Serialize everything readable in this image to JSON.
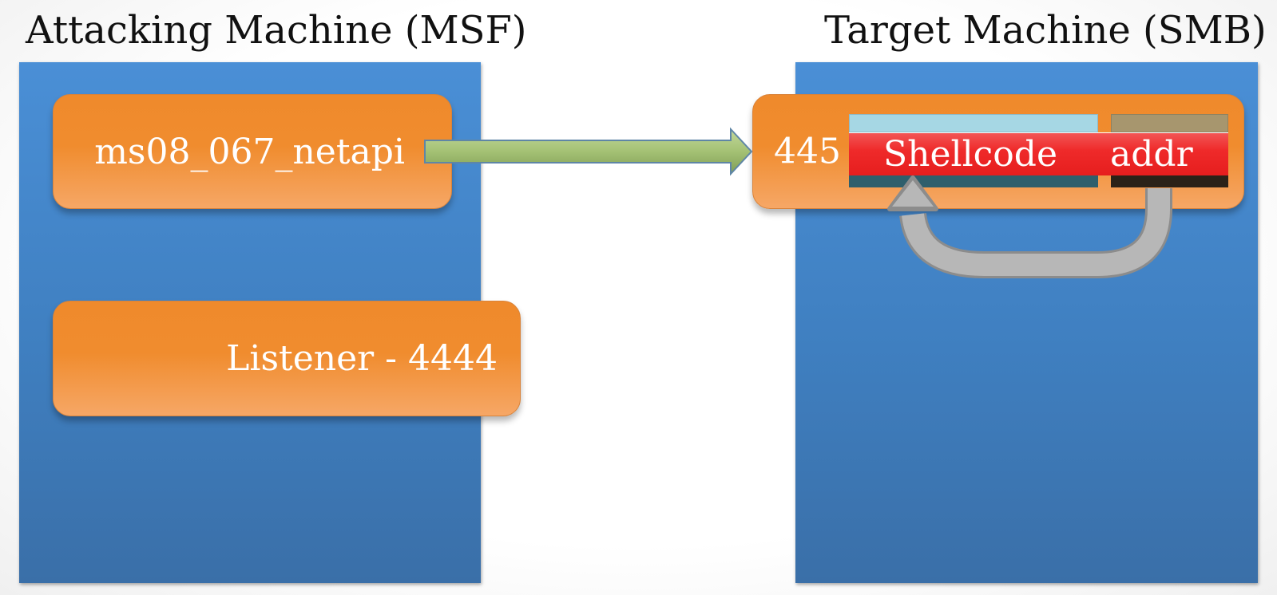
{
  "attacker": {
    "title": "Attacking Machine (MSF)",
    "exploit_label": "ms08_067_netapi",
    "listener_label": "Listener - 4444"
  },
  "target": {
    "title": "Target Machine (SMB)",
    "port_label": "445",
    "payload": {
      "shellcode_label": "Shellcode",
      "addr_label": "addr"
    }
  },
  "colors": {
    "panel_blue": "#4a8fd6",
    "box_orange": "#f08c2e",
    "payload_red": "#ef2a2a",
    "arrow_green": "#9fbb6b",
    "return_arrow_gray": "#b3b3b3"
  }
}
